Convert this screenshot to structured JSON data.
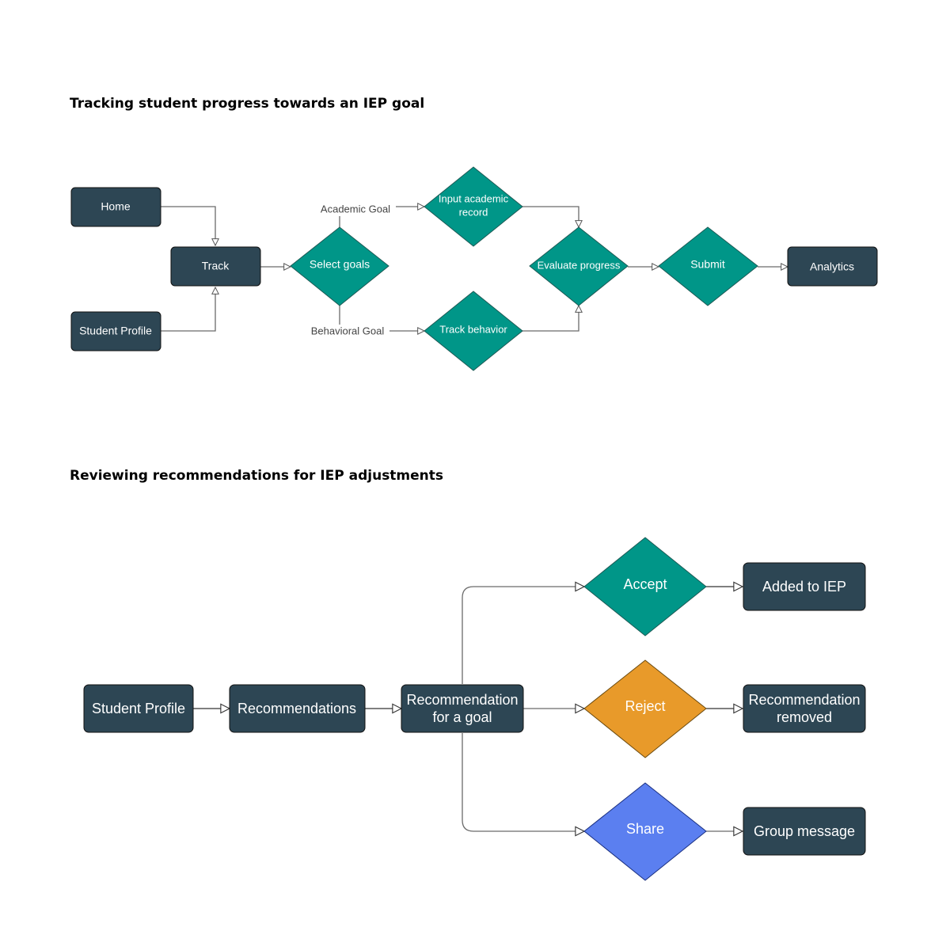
{
  "colors": {
    "dark_node": "#2d4654",
    "teal": "#009688",
    "orange": "#e89a2a",
    "blue": "#5b7ff0"
  },
  "diagram1": {
    "title": "Tracking student progress towards an IEP goal",
    "nodes": {
      "home": "Home",
      "track": "Track",
      "student_profile": "Student Profile",
      "select_goals": "Select goals",
      "input_academic_l1": "Input academic",
      "input_academic_l2": "record",
      "track_behavior": "Track behavior",
      "evaluate_progress": "Evaluate progress",
      "submit": "Submit",
      "analytics": "Analytics"
    },
    "edge_labels": {
      "academic_goal": "Academic Goal",
      "behavioral_goal": "Behavioral Goal"
    }
  },
  "diagram2": {
    "title": "Reviewing recommendations for IEP adjustments",
    "nodes": {
      "student_profile": "Student Profile",
      "recommendations": "Recommendations",
      "rec_goal_l1": "Recommendation",
      "rec_goal_l2": "for a goal",
      "accept": "Accept",
      "reject": "Reject",
      "share": "Share",
      "added_to_iep": "Added to IEP",
      "rec_removed_l1": "Recommendation",
      "rec_removed_l2": "removed",
      "group_message": "Group message"
    }
  }
}
